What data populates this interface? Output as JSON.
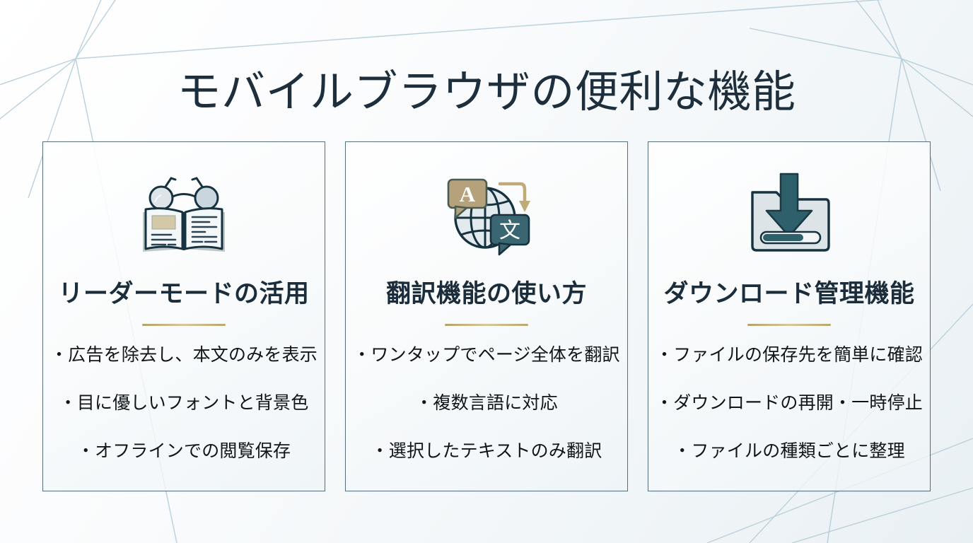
{
  "slide": {
    "title": "モバイルブラウザの便利な機能",
    "background_gradient_from": "#ffffff",
    "background_gradient_to": "#e9f0f4",
    "decorative_line_color": "#aec9d6",
    "title_color": "#1d2e3c",
    "card_border_color": "#57707e",
    "divider_color": "#c2b07c",
    "accent_teal": "#2d5f6b",
    "accent_tan": "#b9a77e",
    "ink_navy": "#16313f"
  },
  "cards": [
    {
      "icon_name": "reader-mode-icon",
      "icon_description": "open-book-with-glasses",
      "title": "リーダーモードの活用",
      "bullets": [
        "・広告を除去し、本文のみを表示",
        "・目に優しいフォントと背景色",
        "・オフラインでの閲覧保存"
      ]
    },
    {
      "icon_name": "translate-icon",
      "icon_description": "globe-with-A-and-文-speech-bubbles-and-arrow",
      "title": "翻訳機能の使い方",
      "bullets": [
        "・ワンタップでページ全体を翻訳",
        "・複数言語に対応",
        "・選択したテキストのみ翻訳"
      ],
      "bubble_source_label": "A",
      "bubble_target_label": "文"
    },
    {
      "icon_name": "download-manager-icon",
      "icon_description": "download-box-with-arrow-and-progress-bar",
      "title": "ダウンロード管理機能",
      "bullets": [
        "・ファイルの保存先を簡単に確認",
        "・ダウンロードの再開・一時停止",
        "・ファイルの種類ごとに整理"
      ],
      "progress_percent": 72
    }
  ]
}
